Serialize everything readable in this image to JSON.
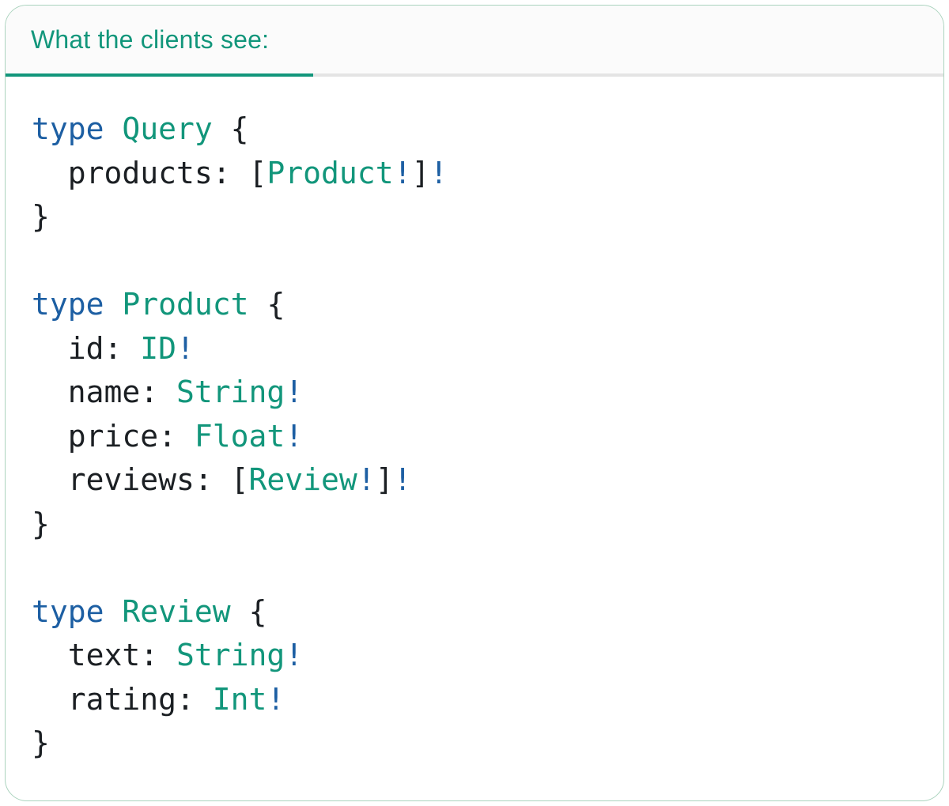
{
  "colors": {
    "card_bg": "#ffffff",
    "card_border": "#abd3be",
    "tabbar_bg": "#fbfbfb",
    "tabbar_divider": "#e4e4e4",
    "tab_underline": "#12967b",
    "header_teal": "#12967b",
    "keyword_blue": "#1d5fa3",
    "bang_blue": "#1d5fa3",
    "type_teal": "#12967b",
    "code_text": "#1b1f23"
  },
  "tab": {
    "label": "What the clients see:"
  },
  "code": {
    "language": "graphql",
    "lines": [
      {
        "tokens": [
          {
            "t": "kw",
            "v": "type"
          },
          {
            "t": "plain",
            "v": " "
          },
          {
            "t": "name",
            "v": "Query"
          },
          {
            "t": "plain",
            "v": " {"
          }
        ]
      },
      {
        "tokens": [
          {
            "t": "plain",
            "v": "  products: ["
          },
          {
            "t": "name",
            "v": "Product"
          },
          {
            "t": "bang",
            "v": "!"
          },
          {
            "t": "plain",
            "v": "]"
          },
          {
            "t": "bang",
            "v": "!"
          }
        ]
      },
      {
        "tokens": [
          {
            "t": "plain",
            "v": "}"
          }
        ]
      },
      {
        "tokens": []
      },
      {
        "tokens": [
          {
            "t": "kw",
            "v": "type"
          },
          {
            "t": "plain",
            "v": " "
          },
          {
            "t": "name",
            "v": "Product"
          },
          {
            "t": "plain",
            "v": " {"
          }
        ]
      },
      {
        "tokens": [
          {
            "t": "plain",
            "v": "  id: "
          },
          {
            "t": "name",
            "v": "ID"
          },
          {
            "t": "bang",
            "v": "!"
          }
        ]
      },
      {
        "tokens": [
          {
            "t": "plain",
            "v": "  name: "
          },
          {
            "t": "name",
            "v": "String"
          },
          {
            "t": "bang",
            "v": "!"
          }
        ]
      },
      {
        "tokens": [
          {
            "t": "plain",
            "v": "  price: "
          },
          {
            "t": "name",
            "v": "Float"
          },
          {
            "t": "bang",
            "v": "!"
          }
        ]
      },
      {
        "tokens": [
          {
            "t": "plain",
            "v": "  reviews: ["
          },
          {
            "t": "name",
            "v": "Review"
          },
          {
            "t": "bang",
            "v": "!"
          },
          {
            "t": "plain",
            "v": "]"
          },
          {
            "t": "bang",
            "v": "!"
          }
        ]
      },
      {
        "tokens": [
          {
            "t": "plain",
            "v": "}"
          }
        ]
      },
      {
        "tokens": []
      },
      {
        "tokens": [
          {
            "t": "kw",
            "v": "type"
          },
          {
            "t": "plain",
            "v": " "
          },
          {
            "t": "name",
            "v": "Review"
          },
          {
            "t": "plain",
            "v": " {"
          }
        ]
      },
      {
        "tokens": [
          {
            "t": "plain",
            "v": "  text: "
          },
          {
            "t": "name",
            "v": "String"
          },
          {
            "t": "bang",
            "v": "!"
          }
        ]
      },
      {
        "tokens": [
          {
            "t": "plain",
            "v": "  rating: "
          },
          {
            "t": "name",
            "v": "Int"
          },
          {
            "t": "bang",
            "v": "!"
          }
        ]
      },
      {
        "tokens": [
          {
            "t": "plain",
            "v": "}"
          }
        ]
      }
    ]
  }
}
